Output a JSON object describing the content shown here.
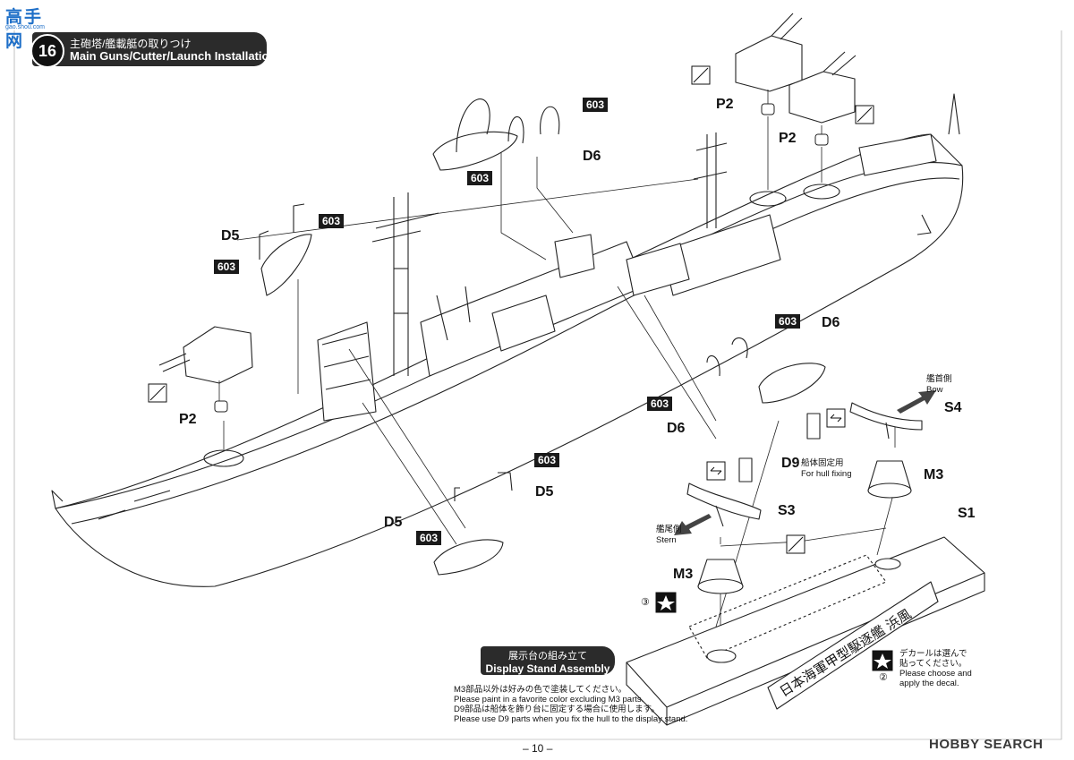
{
  "watermark": {
    "site_logo": "高手网",
    "site_url": "gao.shou.com",
    "source": "HOBBY SEARCH"
  },
  "step": {
    "number": "16",
    "title_jp": "主砲塔/艦載艇の取りつけ",
    "title_en": "Main Guns/Cutter/Launch Installation"
  },
  "part_labels": {
    "p2_a": "P2",
    "p2_b": "P2",
    "p2_c": "P2",
    "d5_a": "D5",
    "d5_b": "D5",
    "d5_c": "D5",
    "d6_a": "D6",
    "d6_b": "D6",
    "d6_c": "D6",
    "d9": "D9",
    "s1": "S1",
    "s3": "S3",
    "s4": "S4",
    "m3_a": "M3",
    "m3_b": "M3"
  },
  "paint_codes": [
    "603",
    "603",
    "603",
    "603",
    "603",
    "603",
    "603",
    "603"
  ],
  "annotations": {
    "bow_jp": "艦首側",
    "bow_en": "Bow",
    "stern_jp": "艦尾側",
    "stern_en": "Stern",
    "hull_fix_jp": "船体固定用",
    "hull_fix_en": "For hull fixing",
    "decal_jp1": "デカールは選んで",
    "decal_jp2": "貼ってください。",
    "decal_en1": "Please choose and",
    "decal_en2": "apply the decal.",
    "decal_num_3": "③",
    "decal_num_2": "②",
    "stand_plate": "日本海軍甲型駆逐艦 浜風"
  },
  "stand": {
    "title_jp": "展示台の組み立て",
    "title_en": "Display Stand Assembly",
    "notes": [
      "M3部品以外は好みの色で塗装してください。",
      "Please paint in a favorite color excluding M3 parts.",
      "D9部品は船体を飾り台に固定する場合に使用します。",
      "Please use D9 parts when you fix the hull to the display stand."
    ]
  },
  "page_number": "– 10 –"
}
